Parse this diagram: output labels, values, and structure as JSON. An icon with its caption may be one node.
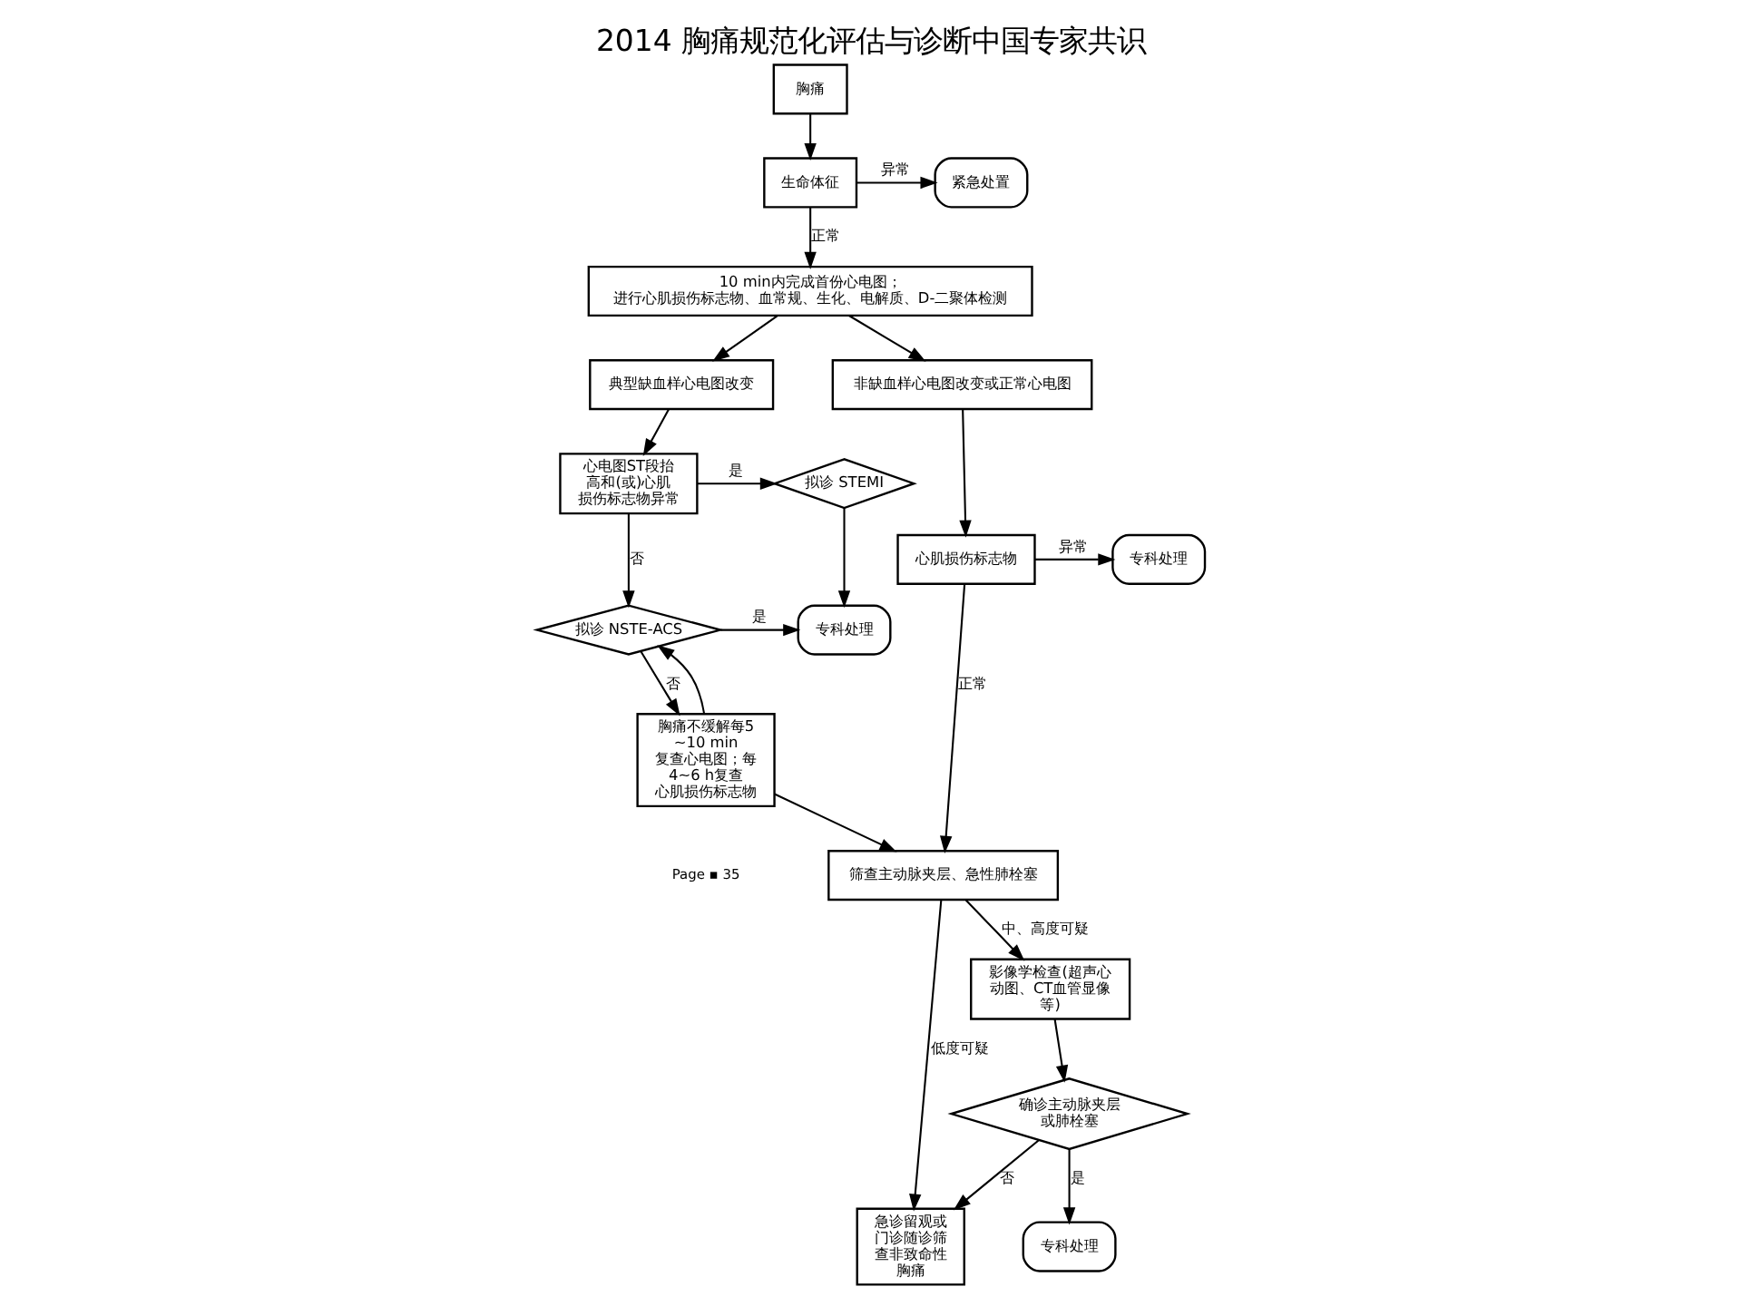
{
  "diagram": {
    "title": "2014 胸痛规范化评估与诊断中国专家共识",
    "nodes": [
      {
        "text": [
          "胸痛"
        ]
      },
      {
        "text": [
          "生命体征"
        ]
      },
      {
        "text": [
          "紧急处置"
        ]
      },
      {
        "text": [
          "10 min内完成首份心电图；",
          "进行心肌损伤标志物、血常规、生化、电解质、D-二聚体检测"
        ]
      },
      {
        "text": [
          "典型缺血样心电图改变"
        ]
      },
      {
        "text": [
          "非缺血样心电图改变或正常心电图"
        ]
      },
      {
        "text": [
          "心电图ST段抬高和(或)心肌损伤标志物异常"
        ]
      },
      {
        "text": [
          "拟诊 STEMI"
        ]
      },
      {
        "text": [
          "专科处理"
        ]
      },
      {
        "text": [
          "拟诊 NSTE-ACS"
        ]
      },
      {
        "text": [
          "胸痛不缓解每5~10 min复查心电图；每4~6 h复查心肌损伤标志物"
        ]
      },
      {
        "text": [
          "心肌损伤标志物"
        ]
      },
      {
        "text": [
          "专科处理"
        ]
      },
      {
        "text": [
          "筛查主动脉夹层、急性肺栓塞"
        ]
      },
      {
        "text": [
          "急诊留观或门诊随诊筛查非致命性胸痛"
        ]
      },
      {
        "text": [
          "影像学检查(超声心动图、CT血管显像等)"
        ]
      },
      {
        "text": [
          "确诊主动脉夹层或肺栓塞"
        ]
      },
      {
        "text": [
          "专科处理"
        ]
      }
    ],
    "edges": [
      {
        "from": 0,
        "to": 1,
        "arrow": "to"
      },
      {
        "from": 1,
        "to": 2,
        "arrow": "to",
        "label": "异常"
      },
      {
        "from": 1,
        "to": 3,
        "arrow": "to",
        "label": "正常"
      },
      {
        "from": 3,
        "to": 4,
        "arrow": "to"
      },
      {
        "from": 3,
        "to": 5,
        "arrow": "to"
      },
      {
        "from": 4,
        "to": 6,
        "arrow": "to"
      },
      {
        "from": 6,
        "to": 7,
        "arrow": "to",
        "label": "是"
      },
      {
        "from": 6,
        "to": 9,
        "arrow": "to",
        "label": "否"
      },
      {
        "from": 7,
        "to": 8,
        "arrow": "to"
      },
      {
        "from": 9,
        "to": 8,
        "arrow": "to",
        "label": "是"
      },
      {
        "from": 9,
        "to": 10,
        "arrow": "to",
        "label": "否"
      },
      {
        "from": 10,
        "to": 9,
        "arrow": "to"
      },
      {
        "from": 10,
        "to": 13,
        "arrow": "to"
      },
      {
        "from": 5,
        "to": 11,
        "arrow": "to"
      },
      {
        "from": 11,
        "to": 12,
        "arrow": "to",
        "label": "异常"
      },
      {
        "from": 11,
        "to": 13,
        "arrow": "to",
        "label": "正常"
      },
      {
        "from": 13,
        "to": 14,
        "arrow": "to",
        "label": "低度可疑"
      },
      {
        "from": 13,
        "to": 15,
        "arrow": "to",
        "label": "中、高度可疑"
      },
      {
        "from": 15,
        "to": 16,
        "arrow": "to"
      },
      {
        "from": 16,
        "to": 14,
        "arrow": "to",
        "label": "否"
      },
      {
        "from": 16,
        "to": 17,
        "arrow": "to",
        "label": "是"
      }
    ],
    "labels": [
      "Page ▪ 35"
    ]
  }
}
